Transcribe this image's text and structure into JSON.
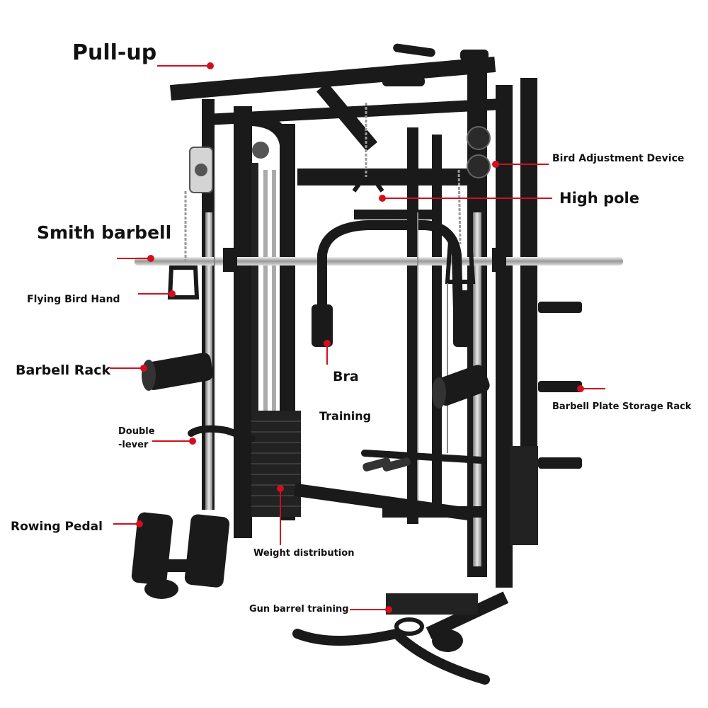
{
  "labels": {
    "pull_up": "Pull-up",
    "bird_adjustment_device": "Bird Adjustment Device",
    "high_pole": "High pole",
    "smith_barbell": "Smith barbell",
    "flying_bird_hand": "Flying Bird Hand",
    "barbell_rack": "Barbell Rack",
    "bra": "Bra",
    "training": "Training",
    "barbell_plate_storage_rack": "Barbell Plate Storage Rack",
    "double_lever": "Double\n-lever",
    "rowing_pedal": "Rowing Pedal",
    "weight_distribution": "Weight distribution",
    "gun_barrel_training": "Gun barrel training"
  },
  "colors": {
    "frame": "#1a1a1a",
    "chrome": "#b8b8b8",
    "callout_line": "#d10f1f",
    "callout_dot": "#d10f1f",
    "text": "#111111"
  }
}
